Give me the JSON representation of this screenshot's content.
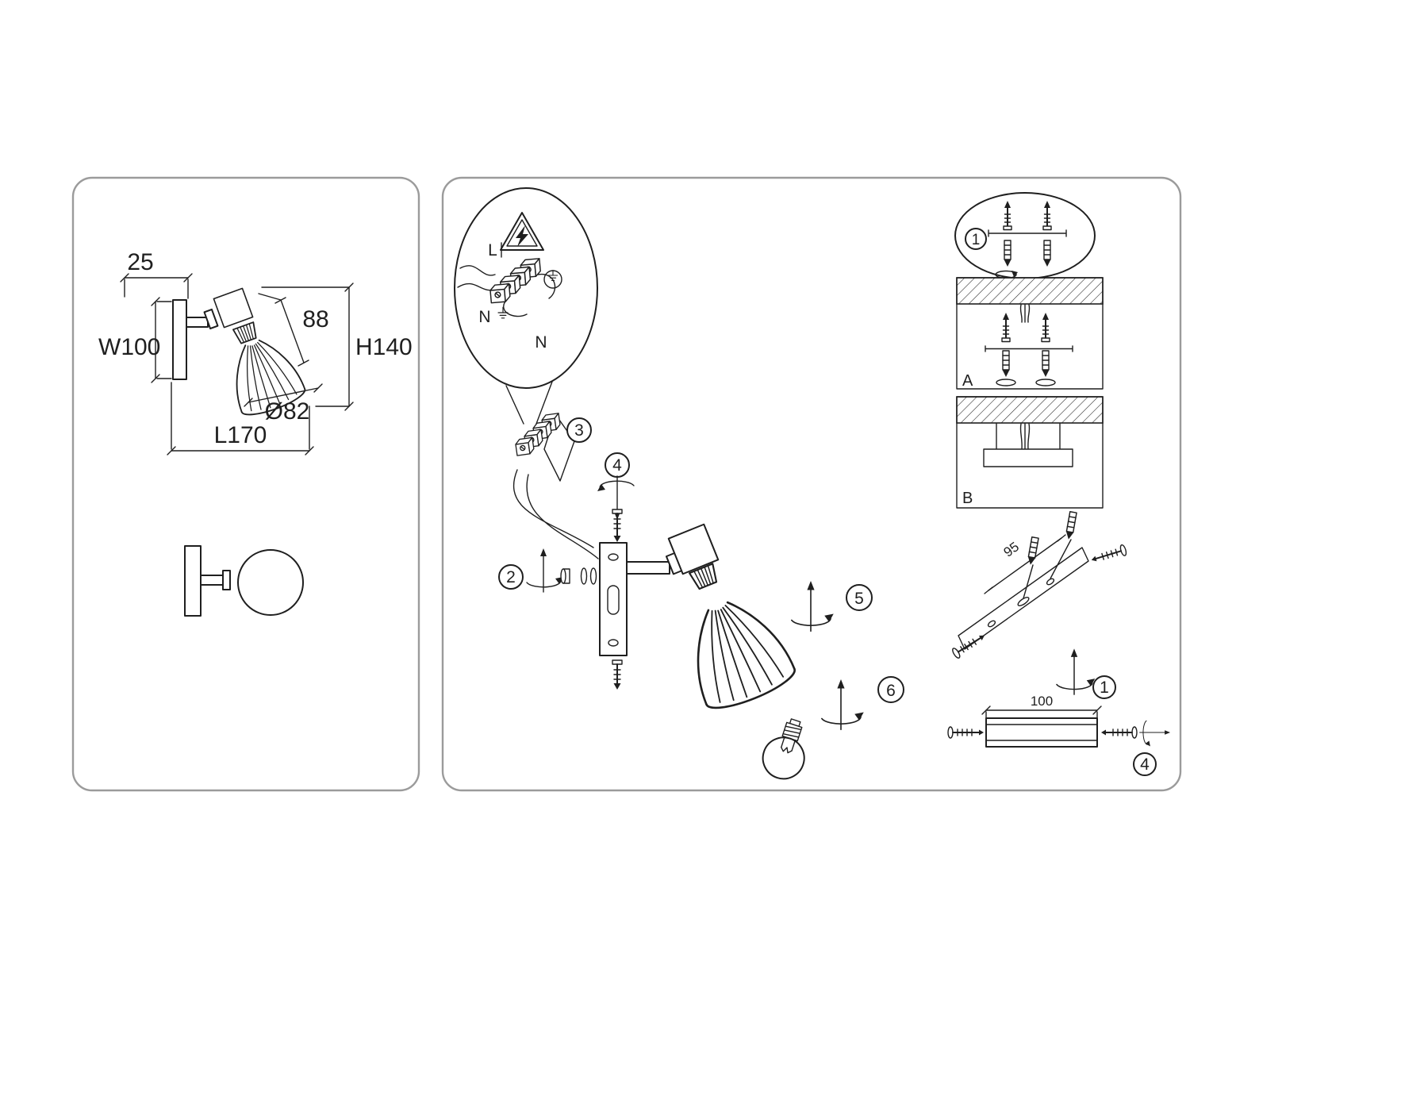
{
  "document": {
    "colors": {
      "background": "#ffffff",
      "line": "#1f1f1f",
      "panel_border": "#9b9b9b"
    }
  },
  "dimension_panel": {
    "plate_offset": "25",
    "plate_width": "W100",
    "shade_height": "88",
    "total_height": "H140",
    "shade_diameter": "Ø82",
    "total_length": "L170"
  },
  "installation_panel": {
    "wiring_callout": {
      "live_label": "L",
      "neutral_label": "N",
      "neutral_label_2": "N"
    },
    "steps": {
      "rotate_joint": "2",
      "terminal_block": "3",
      "lock_screw": "4",
      "attach_shade": "5",
      "insert_bulb": "6"
    },
    "mounting": {
      "anchors_step": "1",
      "option_a": "A",
      "option_b": "B",
      "bracket_length": "95",
      "bracket_step": "1",
      "canopy_length": "100",
      "canopy_step": "4"
    },
    "icons": {
      "hazard": "electric-shock-warning-triangle",
      "ground": "earth-ground-symbol",
      "rotation": "rotation-direction-arrow"
    }
  }
}
